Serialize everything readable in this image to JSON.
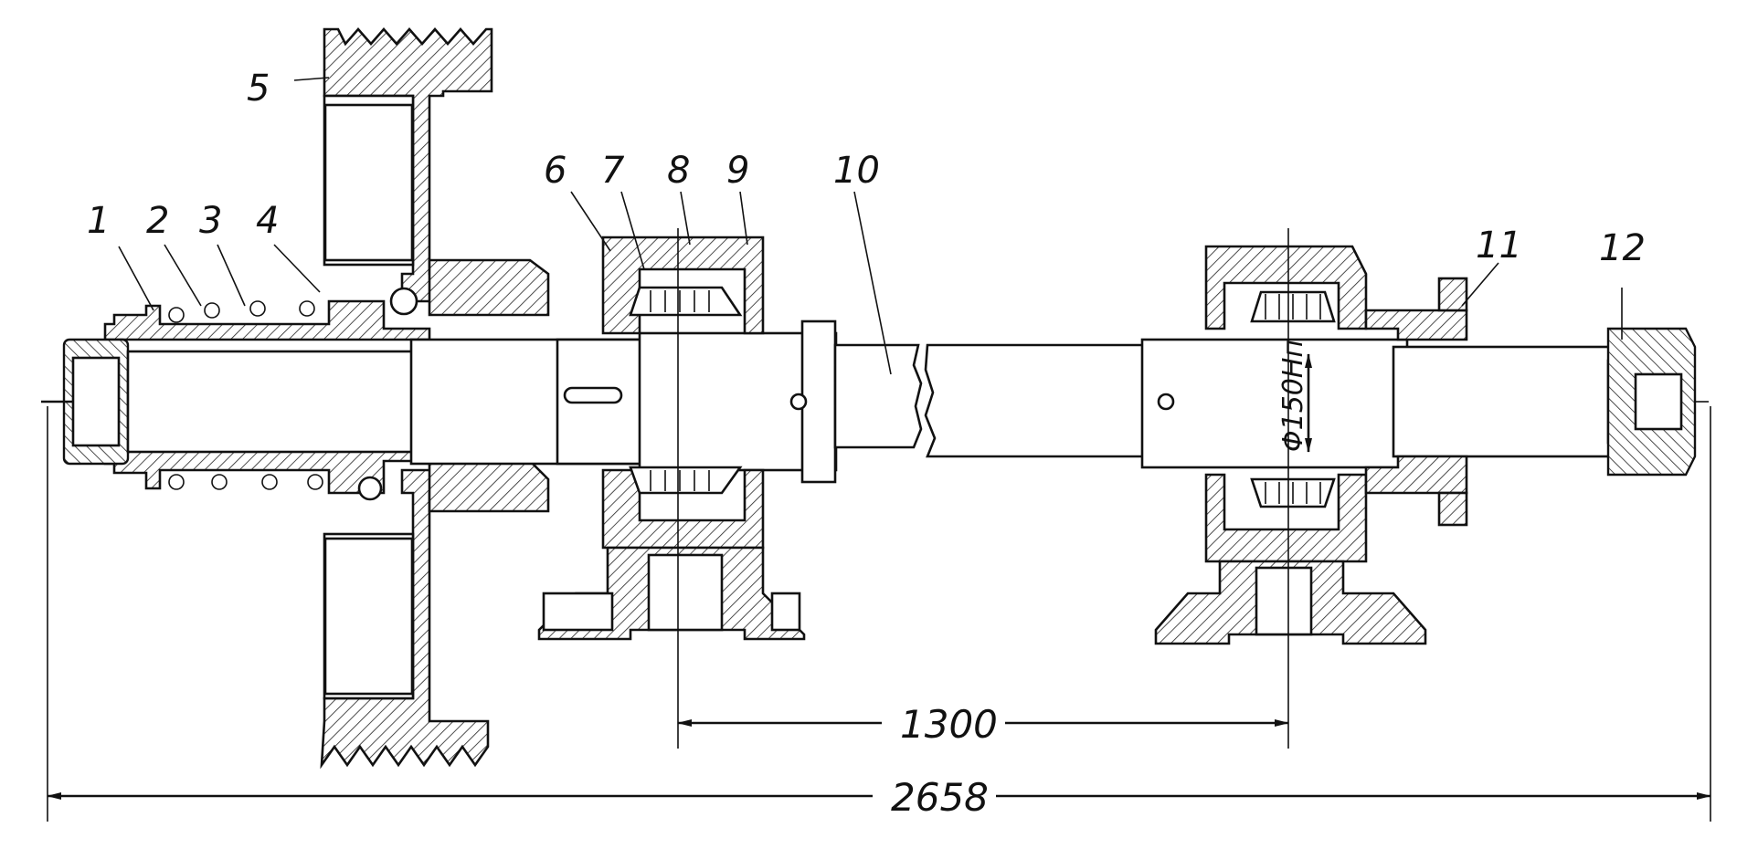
{
  "drawing": {
    "part_labels": [
      "1",
      "2",
      "3",
      "4",
      "5",
      "6",
      "7",
      "8",
      "9",
      "10",
      "11",
      "12"
    ],
    "dimensions": {
      "bearing_span": "1300",
      "overall_length": "2658",
      "journal_diameter": "Φ150Нп"
    }
  }
}
